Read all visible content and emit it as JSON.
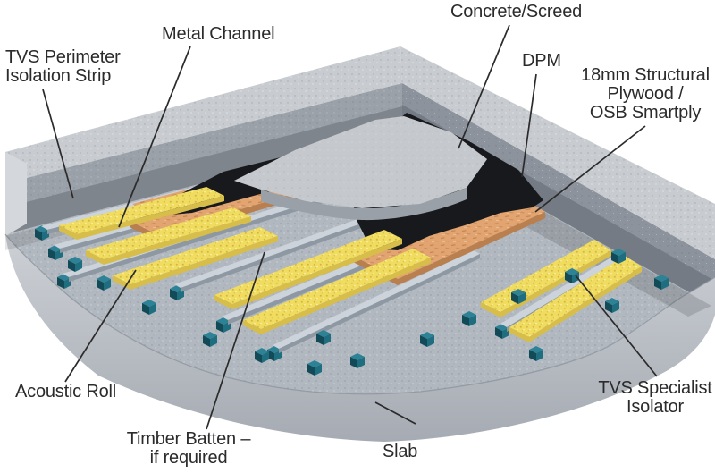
{
  "labels": {
    "perimeter": "TVS Perimeter\nIsolation Strip",
    "metal_channel": "Metal Channel",
    "concrete_screed": "Concrete/Screed",
    "dpm": "DPM",
    "plywood": "18mm Structural\nPlywood /\nOSB Smartply",
    "acoustic_roll": "Acoustic Roll",
    "timber_batten": "Timber Batten –\nif required",
    "slab": "Slab",
    "isolator": "TVS Specialist\nIsolator"
  },
  "colors": {
    "background": "#ffffff",
    "text": "#2b2b2b",
    "line": "#2b2b2b",
    "slabTop": "#b2b8bf",
    "slabFaceLight": "#cdd1d6",
    "slabFaceDark": "#a6abb3",
    "slabEdgeLine": "#8b929a",
    "wallTop": "#c8ccd1",
    "wallInnerLeft": "#9ba1a9",
    "wallInnerRight": "#8d939c",
    "perimeterStrip": "#7f858d",
    "perimeterStripRight": "#747b84",
    "endCap": "#d4d7db",
    "dpm": "#17191d",
    "screedTop": "#c5c9ce",
    "screedFace": "#9aa0a8",
    "osb": "#e2a470",
    "osbFace": "#b97f4e",
    "osbGrain": "#c0824d",
    "roll": "#f0dc5f",
    "rollFace": "#d7bd49",
    "rollDot": "#c9a93c",
    "rail": "#ccd3da",
    "railFace": "#8d98a3",
    "cubeTop": "#2e8296",
    "cubeLeft": "#134a58",
    "cubeRight": "#1e6e80",
    "speck": "#6b7280",
    "shadow": "#20262c"
  }
}
